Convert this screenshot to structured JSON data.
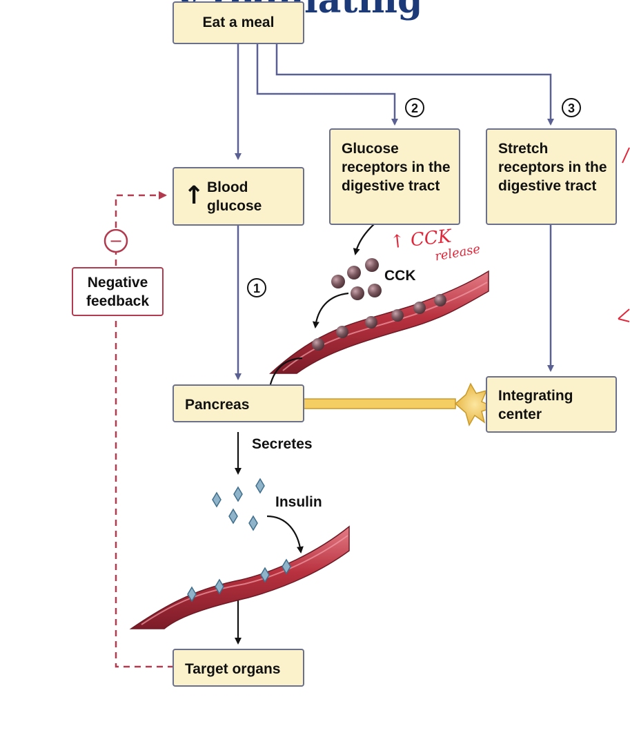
{
  "header_partial_text": "y regulating",
  "boxes": {
    "eat_meal": "Eat a meal",
    "blood_glucose": "Blood glucose",
    "glucose_receptors": "Glucose receptors in the digestive tract",
    "stretch_receptors": "Stretch receptors in the digestive tract",
    "pancreas": "Pancreas",
    "integrating_center": "Integrating center",
    "target_organs": "Target organs",
    "negative_feedback": "Negative feedback"
  },
  "labels": {
    "cck": "CCK",
    "secretes": "Secretes",
    "insulin": "Insulin",
    "step1": "1",
    "step2": "2",
    "step3": "3",
    "minus": "−",
    "up_arrow": "↑"
  },
  "annotations": {
    "cck_handwritten": "↑ CCK",
    "release_handwritten": "release"
  },
  "colors": {
    "box_fill": "#fbf2cc",
    "arrow": "#5a6091",
    "feedback": "#b23a4e",
    "vessel": "#b0303f",
    "handwriting": "#e2263a"
  }
}
